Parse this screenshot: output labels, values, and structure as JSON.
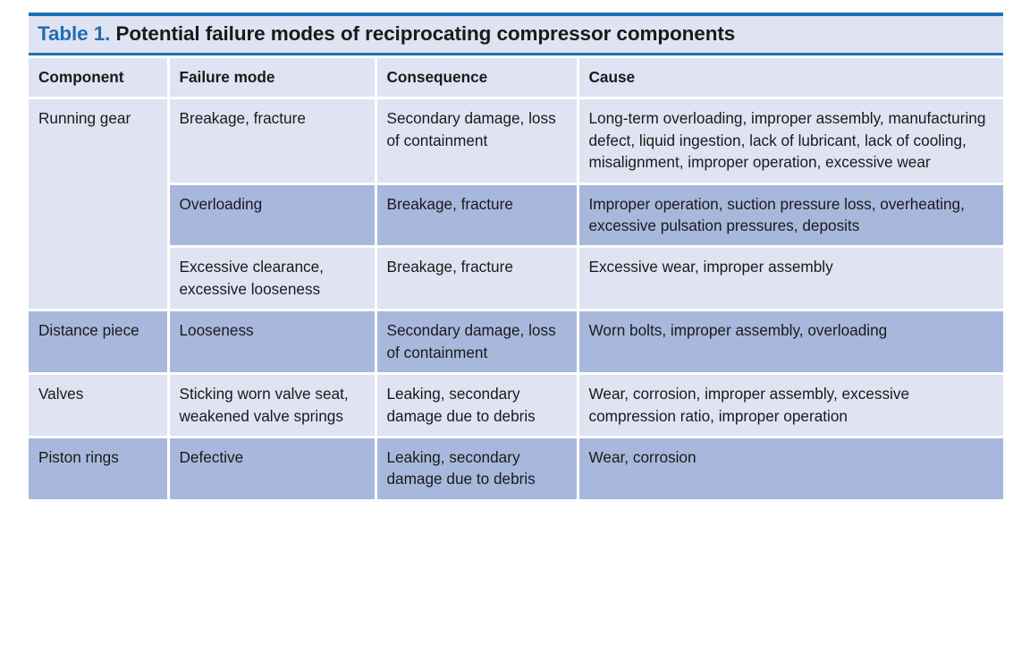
{
  "table": {
    "label": "Table 1.",
    "title": "Potential failure modes of reciprocating compressor components",
    "colors": {
      "rule": "#1f6eb4",
      "header_bg": "#a8b8dd",
      "row_light": "#dfe3f2",
      "row_shade": "#a8b8dd",
      "text": "#1a1a1a",
      "label_blue": "#1f6eb4"
    },
    "columns": [
      "Component",
      "Failure mode",
      "Consequence",
      "Cause"
    ],
    "rows": [
      {
        "component": "Running gear",
        "component_rowspan": 3,
        "shade": "light",
        "failure_mode": "Breakage, fracture",
        "consequence": "Secondary damage, loss of containment",
        "cause": "Long-term overloading, improper assembly, manufacturing defect, liquid ingestion, lack of lubricant, lack of cooling, misalignment, improper operation, excessive wear"
      },
      {
        "component": "",
        "shade": "shade",
        "failure_mode": "Overloading",
        "consequence": "Breakage, fracture",
        "cause": "Improper operation, suction pressure loss, overheating, excessive pulsation pressures, deposits"
      },
      {
        "component": "",
        "shade": "light",
        "failure_mode": "Excessive clearance, excessive looseness",
        "consequence": "Breakage, fracture",
        "cause": "Excessive wear, improper assembly"
      },
      {
        "component": "Distance piece",
        "component_rowspan": 1,
        "shade": "shade",
        "failure_mode": "Looseness",
        "consequence": "Secondary damage, loss of containment",
        "cause": "Worn bolts, improper assembly, overloading"
      },
      {
        "component": "Valves",
        "component_rowspan": 1,
        "shade": "light",
        "failure_mode": "Sticking worn valve seat, weakened valve springs",
        "consequence": "Leaking, secondary damage due to debris",
        "cause": "Wear, corrosion, improper assembly, excessive compression ratio, improper operation"
      },
      {
        "component": "Piston rings",
        "component_rowspan": 1,
        "shade": "shade",
        "failure_mode": "Defective",
        "consequence": "Leaking, secondary damage due to debris",
        "cause": "Wear, corrosion"
      }
    ]
  }
}
